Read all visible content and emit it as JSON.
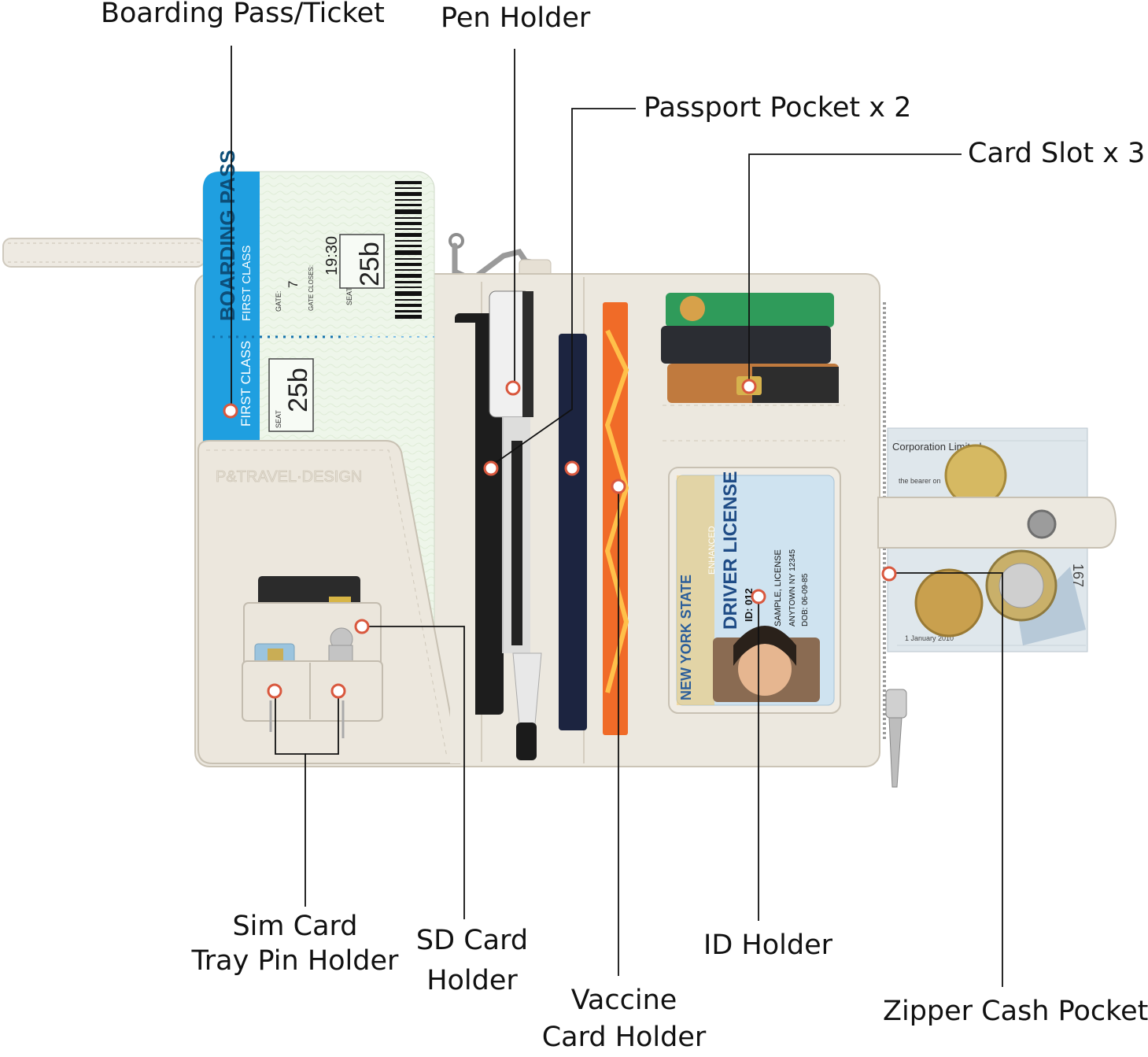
{
  "labels": {
    "boarding": "Boarding Pass/Ticket",
    "pen": "Pen Holder",
    "passport": "Passport Pocket x 2",
    "cardslot": "Card Slot x 3",
    "sim_line1": "Sim Card",
    "sim_line2": "Tray Pin Holder",
    "sd_line1": "SD Card",
    "sd_line2": "Holder",
    "vaccine_line1": "Vaccine",
    "vaccine_line2": "Card Holder",
    "id": "ID Holder",
    "zipper": "Zipper Cash Pocket"
  },
  "ticket": {
    "title": "BOARDING PASS",
    "class1": "FIRST CLASS",
    "class2": "FIRST CLASS",
    "gate_label": "GATE:",
    "gate": "7",
    "closes_label": "GATE CLOSES:",
    "closes": "19:30",
    "seat_label": "SEAT",
    "seat": "25b",
    "seat_label2": "SEAT",
    "seat2": "25b"
  },
  "brand": "P&TRAVEL·DESIGN",
  "license": {
    "state": "NEW YORK STATE",
    "type": "DRIVER LICENSE",
    "enhanced": "ENHANCED",
    "id": "ID: 012",
    "name": "SAMPLE, LICENSE",
    "dob": "DOB: 06-09-85",
    "address": "ANYTOWN NY 12345"
  },
  "banknote": {
    "issuer": "Corporation Limited",
    "line2": "the bearer on",
    "date": "1 January 2010",
    "serial": "167"
  },
  "colors": {
    "leather": "#ece8df",
    "ticket_blue": "#1f9fe0",
    "marker": "#d9583e"
  }
}
